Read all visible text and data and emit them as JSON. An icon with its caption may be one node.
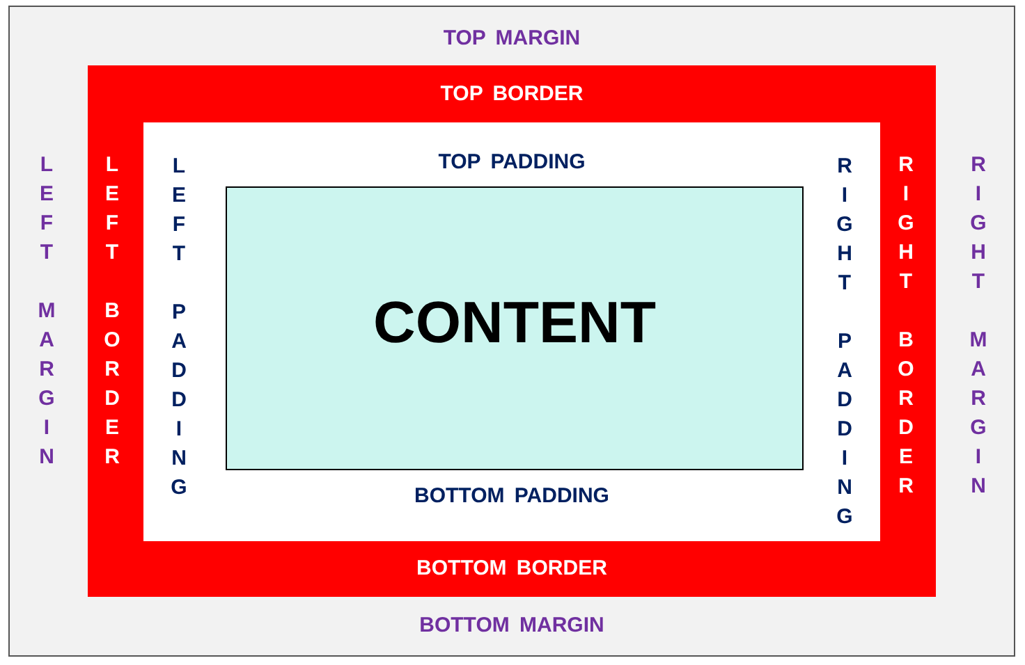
{
  "diagram": {
    "nodes": [
      {
        "text": [
          "TOP MARGIN",
          "LEFT MARGIN",
          "RIGHT MARGIN",
          "BOTTOM MARGIN"
        ]
      },
      {
        "text": [
          "TOP BORDER",
          "LEFT BORDER",
          "RIGHT BORDER",
          "BOTTOM BORDER"
        ],
        "in": 0
      },
      {
        "text": [
          "TOP PADDING",
          "LEFT PADDING",
          "RIGHT PADDING",
          "BOTTOM PADDING"
        ],
        "in": 1
      },
      {
        "text": [
          "CONTENT"
        ],
        "in": 2
      }
    ]
  }
}
